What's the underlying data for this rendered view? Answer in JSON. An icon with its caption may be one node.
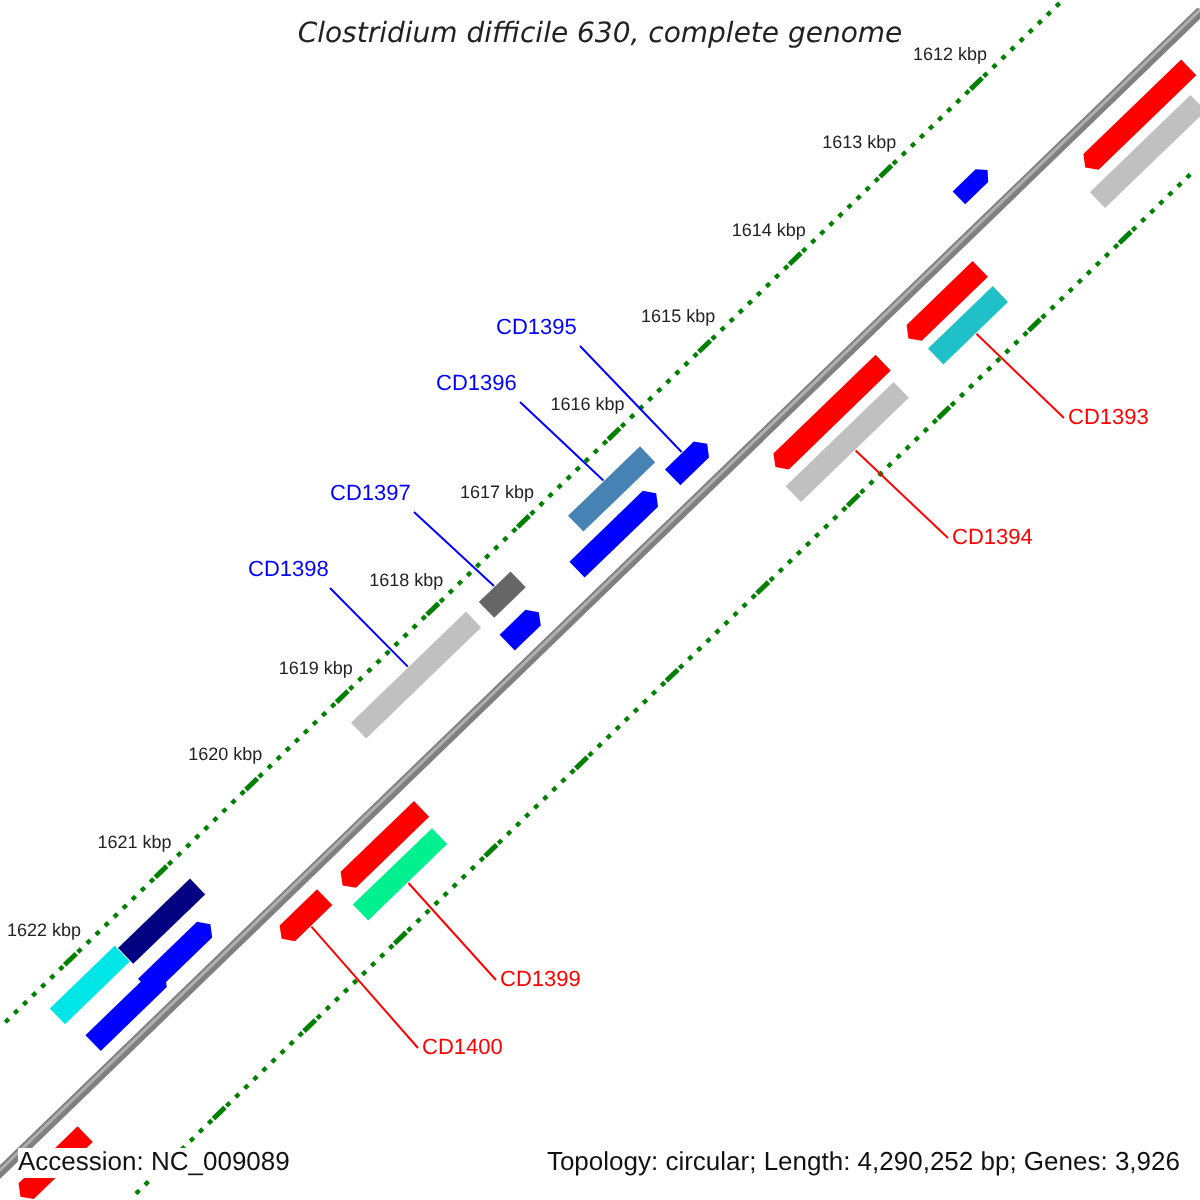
{
  "diagram": {
    "title": "Clostridium difficile 630, complete genome",
    "nodes": [
      {
        "text": [
          "CD1395"
        ]
      },
      {
        "text": [],
        "shape": "arrow"
      },
      {
        "text": [
          "CD1396"
        ]
      },
      {
        "text": [],
        "shape": "bar"
      },
      {
        "text": [
          "CD1397"
        ]
      },
      {
        "text": [],
        "shape": "bar"
      },
      {
        "text": [
          "CD1398"
        ]
      },
      {
        "text": [],
        "shape": "bar"
      },
      {
        "text": [
          "CD1393"
        ]
      },
      {
        "text": [],
        "shape": "bar"
      },
      {
        "text": [
          "CD1394"
        ]
      },
      {
        "text": [],
        "shape": "bar"
      },
      {
        "text": [
          "CD1399"
        ]
      },
      {
        "text": [],
        "shape": "bar"
      },
      {
        "text": [
          "CD1400"
        ]
      },
      {
        "text": [],
        "shape": "arrow"
      }
    ],
    "edges": [
      {
        "from": 0,
        "to": 1,
        "arrow": "none",
        "color": "#0000ff"
      },
      {
        "from": 2,
        "to": 3,
        "arrow": "none",
        "color": "#0000ff"
      },
      {
        "from": 4,
        "to": 5,
        "arrow": "none",
        "color": "#0000ff"
      },
      {
        "from": 6,
        "to": 7,
        "arrow": "none",
        "color": "#0000ff"
      },
      {
        "from": 8,
        "to": 9,
        "arrow": "none",
        "color": "#ff0000"
      },
      {
        "from": 10,
        "to": 11,
        "arrow": "none",
        "color": "#ff0000"
      },
      {
        "from": 12,
        "to": 13,
        "arrow": "none",
        "color": "#ff0000"
      },
      {
        "from": 14,
        "to": 15,
        "arrow": "none",
        "color": "#ff0000"
      }
    ],
    "labels": [
      "1612 kbp",
      "1613 kbp",
      "1614 kbp",
      "1615 kbp",
      "1616 kbp",
      "1617 kbp",
      "1618 kbp",
      "1619 kbp",
      "1620 kbp",
      "1621 kbp",
      "1622 kbp",
      "Accession: NC_009089",
      "Topology: circular; Length: 4,290,252 bp; Genes: 3,926"
    ]
  }
}
